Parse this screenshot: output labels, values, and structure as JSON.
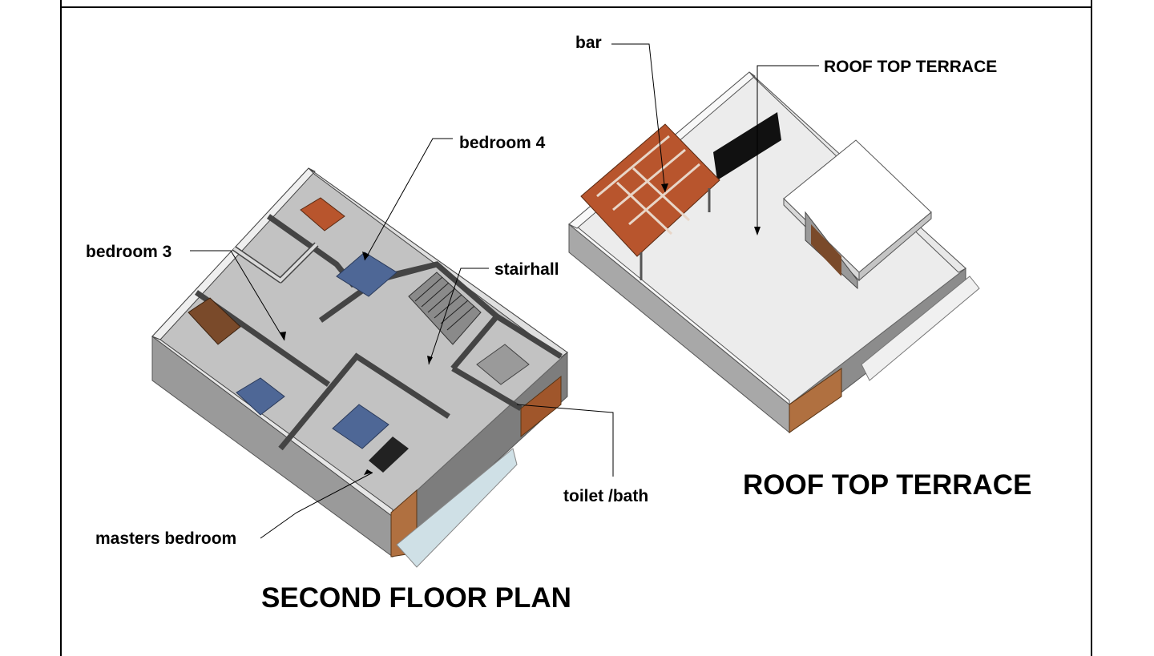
{
  "plans": {
    "second_floor": {
      "title": "SECOND FLOOR PLAN",
      "labels": {
        "bedroom4": "bedroom 4",
        "bedroom3": "bedroom 3",
        "stairhall": "stairhall",
        "toilet": "toilet /bath",
        "masters": "masters bedroom"
      }
    },
    "roof": {
      "title": "ROOF TOP TERRACE",
      "labels": {
        "bar": "bar",
        "terrace": "ROOF TOP TERRACE"
      }
    }
  },
  "colors": {
    "wall": "#d4d4d4",
    "floor": "#bdbdbd",
    "terrace_floor": "#ececec",
    "wood": "#b8552d",
    "bed": "#4e6796"
  }
}
